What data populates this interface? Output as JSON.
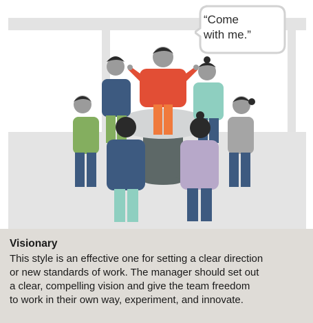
{
  "illustration": {
    "speech_bubble": {
      "lines": [
        "“Come",
        "with me.”"
      ]
    }
  },
  "caption": {
    "title": "Visionary",
    "body_lines": [
      "This style is an effective one for setting a clear direction",
      "or new standards of work. The manager should set out",
      "a clear, compelling vision and give the team freedom",
      "to work in their own way, experiment, and innovate."
    ]
  },
  "colors": {
    "leader_shirt": "#e24e35",
    "leader_pants": "#f07a3c",
    "navy": "#3d5a80",
    "teal": "#8ecfc0",
    "lavender": "#b7a8c9",
    "green": "#84ae5f",
    "skin_gray": "#9b9b9b",
    "hair": "#2a2a2a",
    "caption_bg": "#dfdcd7"
  }
}
